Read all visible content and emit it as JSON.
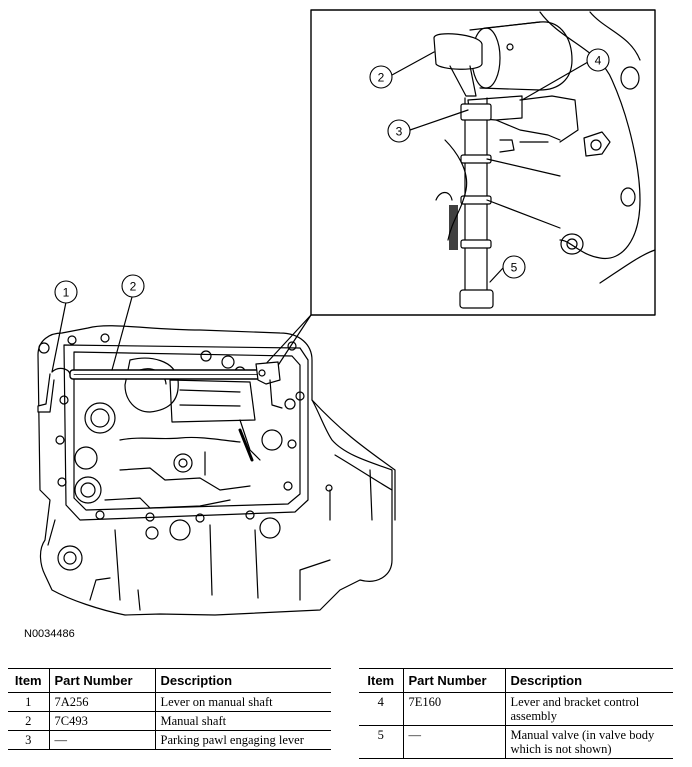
{
  "figure_id": "N0034486",
  "callouts": [
    "1",
    "2",
    "2",
    "3",
    "4",
    "5"
  ],
  "table_headers": {
    "item": "Item",
    "part_number": "Part Number",
    "description": "Description"
  },
  "parts_left": [
    {
      "item": "1",
      "part_number": "7A256",
      "description": "Lever on manual shaft"
    },
    {
      "item": "2",
      "part_number": "7C493",
      "description": "Manual shaft"
    },
    {
      "item": "3",
      "part_number": "—",
      "description": "Parking pawl engaging lever"
    }
  ],
  "parts_right": [
    {
      "item": "4",
      "part_number": "7E160",
      "description": "Lever and bracket control assembly"
    },
    {
      "item": "5",
      "part_number": "—",
      "description": "Manual valve (in valve body which is not shown)"
    }
  ]
}
